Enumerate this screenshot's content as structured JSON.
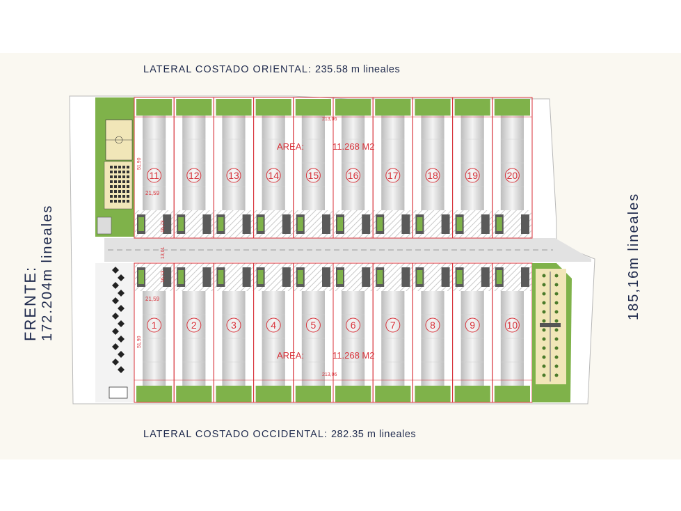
{
  "labels": {
    "top_prefix": "LATERAL COSTADO ORIENTAL:",
    "top_value": "235.58 m lineales",
    "bottom_prefix": "LATERAL COSTADO OCCIDENTAL:",
    "bottom_value": "282.35 m lineales",
    "frente_line1": "FRENTE:",
    "frente_line2": "172.204m lineales",
    "right_side": "185,16m lineales"
  },
  "blocks": {
    "top": {
      "lots": [
        "11",
        "12",
        "13",
        "14",
        "15",
        "16",
        "17",
        "18",
        "19",
        "20"
      ],
      "area_label": "AREA:",
      "area_value": "11.268 M2",
      "length_dim": "213,06",
      "width_dim": "21,59",
      "depth_dim": "51,90"
    },
    "bottom": {
      "lots": [
        "1",
        "2",
        "3",
        "4",
        "5",
        "6",
        "7",
        "8",
        "9",
        "10"
      ],
      "area_label": "AREA:",
      "area_value": "11.268 M2",
      "length_dim": "213,06",
      "width_dim": "21,59",
      "depth_dim": "51,90"
    }
  },
  "road": {
    "width_dim": "13,01",
    "parking_dim": "16,73"
  },
  "colors": {
    "lot_border": "#d8323a",
    "green": "#7fb24a",
    "warehouse": "#d7d7d7",
    "road": "#e2e2e2",
    "text": "#1f2a4d"
  }
}
